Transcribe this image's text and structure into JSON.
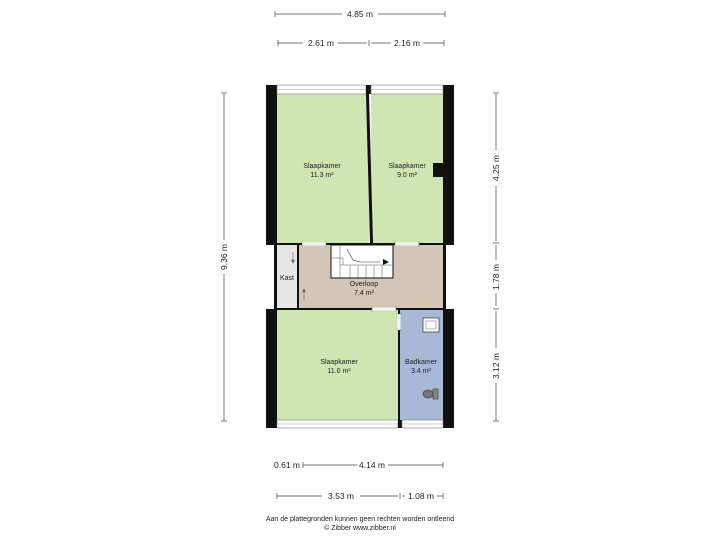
{
  "dimensions": {
    "top_total": "4.85 m",
    "top_left": "2.61 m",
    "top_right": "2.16 m",
    "left_total": "9.36 m",
    "right_top": "4.25 m",
    "right_middle": "1.78 m",
    "right_bottom": "3.12 m",
    "bottom_upper_left": "0.61 m",
    "bottom_upper_right": "4.14 m",
    "bottom_lower_left": "3.53 m",
    "bottom_lower_right": "1.08 m"
  },
  "rooms": {
    "bedroom_1": {
      "name": "Slaapkamer",
      "area": "11.3 m²"
    },
    "bedroom_2": {
      "name": "Slaapkamer",
      "area": "9.0 m²"
    },
    "closet": {
      "name": "Kast"
    },
    "landing": {
      "name": "Overloop",
      "area": "7.4 m²"
    },
    "bedroom_3": {
      "name": "Slaapkamer",
      "area": "11.0 m²"
    },
    "bathroom": {
      "name": "Badkamer",
      "area": "3.4 m²"
    }
  },
  "footer": {
    "disclaimer": "Aan de plattegronden kunnen geen rechten worden ontleend",
    "credit": "© Zibber www.zibber.nl"
  },
  "colors": {
    "bedroom": "#cfe6b3",
    "landing": "#d3c6b6",
    "bathroom": "#a7b9d6",
    "closet": "#e6e6e6",
    "wall": "#111111"
  }
}
